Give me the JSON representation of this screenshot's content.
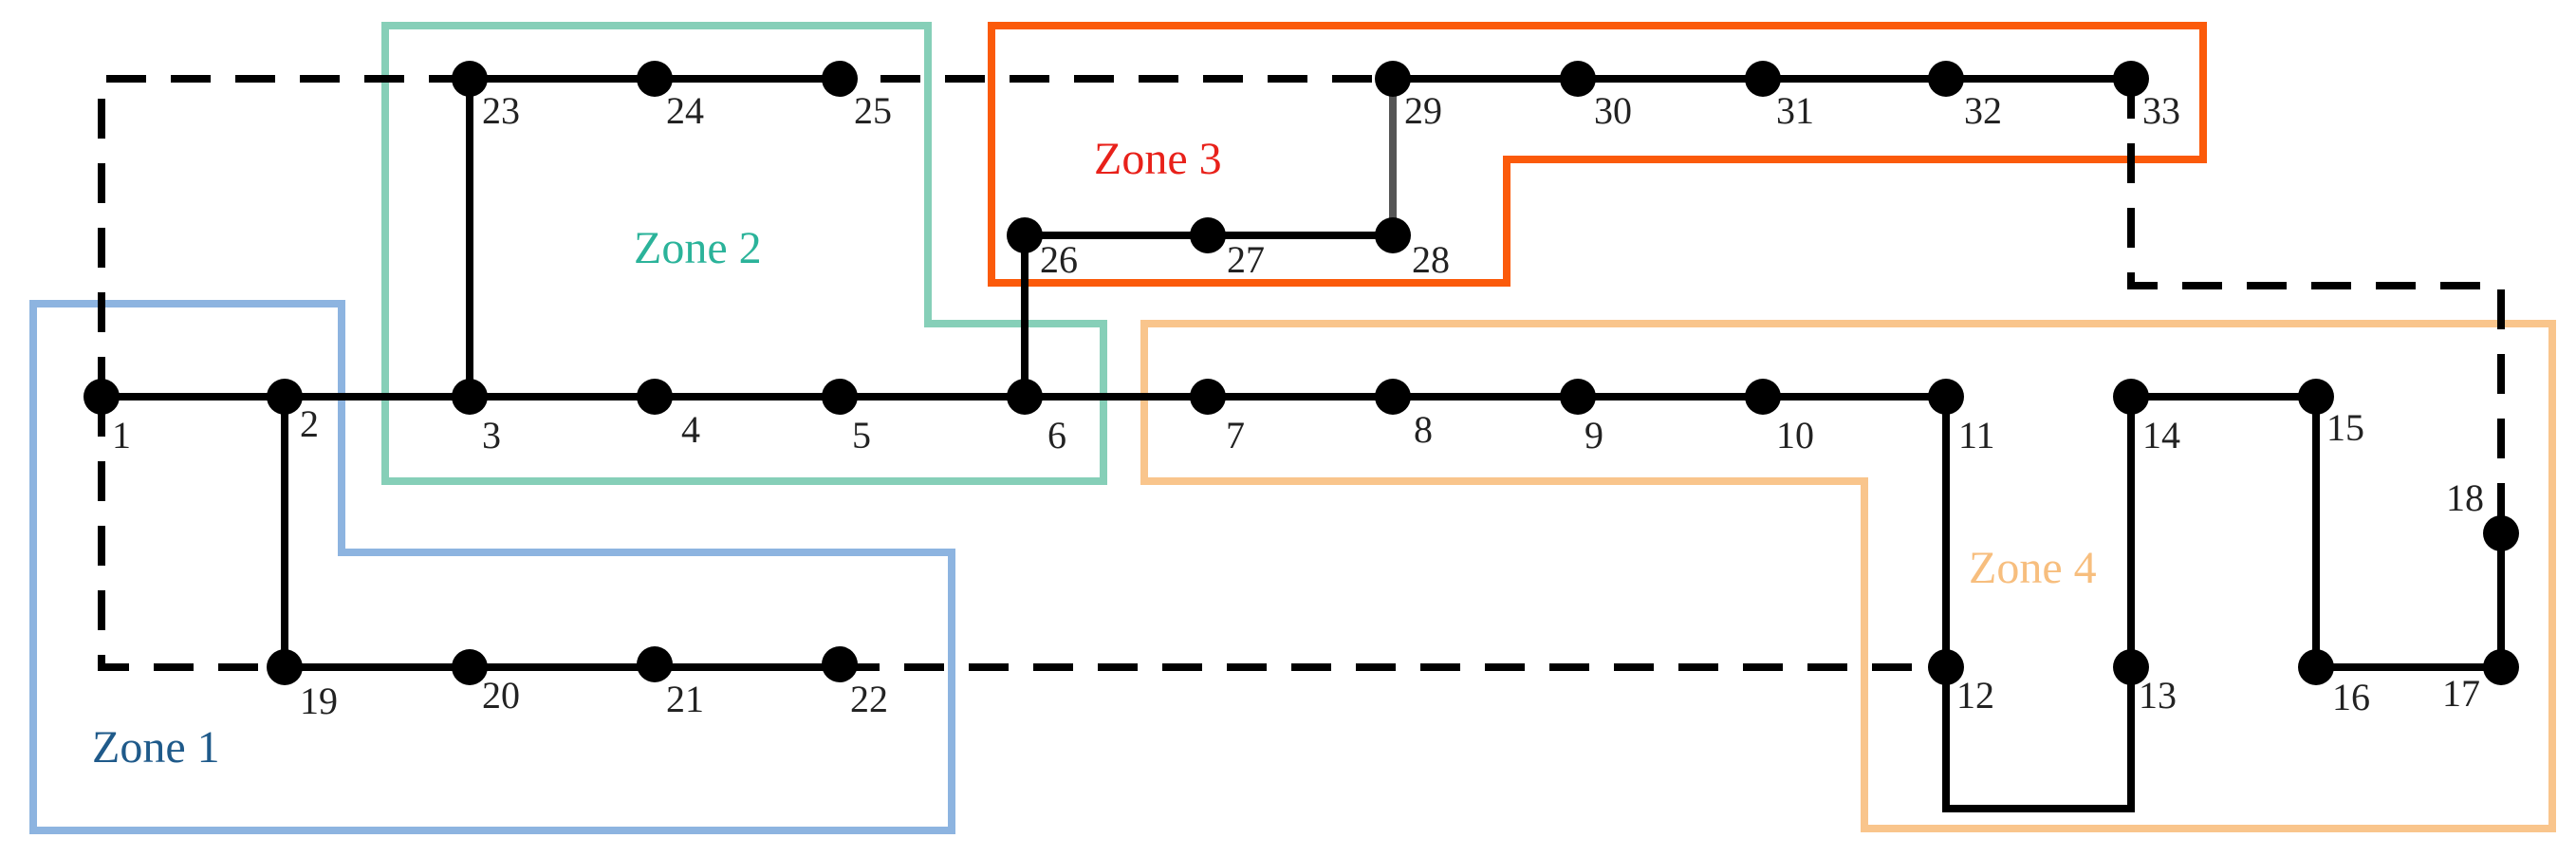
{
  "diagram": {
    "zones": [
      {
        "id": "zone1",
        "label": "Zone 1",
        "label_color": "#1f5a8a",
        "border_color": "#8db4e0"
      },
      {
        "id": "zone2",
        "label": "Zone 2",
        "label_color": "#2bb39a",
        "border_color": "#86cfb8"
      },
      {
        "id": "zone3",
        "label": "Zone 3",
        "label_color": "#e8211a",
        "border_color": "#fb5a0a"
      },
      {
        "id": "zone4",
        "label": "Zone 4",
        "label_color": "#f7be7e",
        "border_color": "#f9c58c"
      }
    ],
    "nodes": [
      {
        "id": "1",
        "label": "1"
      },
      {
        "id": "2",
        "label": "2"
      },
      {
        "id": "3",
        "label": "3"
      },
      {
        "id": "4",
        "label": "4"
      },
      {
        "id": "5",
        "label": "5"
      },
      {
        "id": "6",
        "label": "6"
      },
      {
        "id": "7",
        "label": "7"
      },
      {
        "id": "8",
        "label": "8"
      },
      {
        "id": "9",
        "label": "9"
      },
      {
        "id": "10",
        "label": "10"
      },
      {
        "id": "11",
        "label": "11"
      },
      {
        "id": "12",
        "label": "12"
      },
      {
        "id": "13",
        "label": "13"
      },
      {
        "id": "14",
        "label": "14"
      },
      {
        "id": "15",
        "label": "15"
      },
      {
        "id": "16",
        "label": "16"
      },
      {
        "id": "17",
        "label": "17"
      },
      {
        "id": "18",
        "label": "18"
      },
      {
        "id": "19",
        "label": "19"
      },
      {
        "id": "20",
        "label": "20"
      },
      {
        "id": "21",
        "label": "21"
      },
      {
        "id": "22",
        "label": "22"
      },
      {
        "id": "23",
        "label": "23"
      },
      {
        "id": "24",
        "label": "24"
      },
      {
        "id": "25",
        "label": "25"
      },
      {
        "id": "26",
        "label": "26"
      },
      {
        "id": "27",
        "label": "27"
      },
      {
        "id": "28",
        "label": "28"
      },
      {
        "id": "29",
        "label": "29"
      },
      {
        "id": "30",
        "label": "30"
      },
      {
        "id": "31",
        "label": "31"
      },
      {
        "id": "32",
        "label": "32"
      },
      {
        "id": "33",
        "label": "33"
      }
    ],
    "branches": [
      {
        "from": "1",
        "to": "2",
        "style": "solid"
      },
      {
        "from": "2",
        "to": "3",
        "style": "solid"
      },
      {
        "from": "3",
        "to": "4",
        "style": "solid"
      },
      {
        "from": "4",
        "to": "5",
        "style": "solid"
      },
      {
        "from": "5",
        "to": "6",
        "style": "solid"
      },
      {
        "from": "6",
        "to": "7",
        "style": "solid"
      },
      {
        "from": "7",
        "to": "8",
        "style": "solid"
      },
      {
        "from": "8",
        "to": "9",
        "style": "solid"
      },
      {
        "from": "9",
        "to": "10",
        "style": "solid"
      },
      {
        "from": "10",
        "to": "11",
        "style": "solid"
      },
      {
        "from": "11",
        "to": "12",
        "style": "solid"
      },
      {
        "from": "12",
        "to": "13",
        "style": "solid"
      },
      {
        "from": "13",
        "to": "14",
        "style": "solid"
      },
      {
        "from": "14",
        "to": "15",
        "style": "solid"
      },
      {
        "from": "15",
        "to": "16",
        "style": "solid"
      },
      {
        "from": "16",
        "to": "17",
        "style": "solid"
      },
      {
        "from": "17",
        "to": "18",
        "style": "solid"
      },
      {
        "from": "2",
        "to": "19",
        "style": "solid"
      },
      {
        "from": "19",
        "to": "20",
        "style": "solid"
      },
      {
        "from": "20",
        "to": "21",
        "style": "solid"
      },
      {
        "from": "21",
        "to": "22",
        "style": "solid"
      },
      {
        "from": "3",
        "to": "23",
        "style": "solid"
      },
      {
        "from": "23",
        "to": "24",
        "style": "solid"
      },
      {
        "from": "24",
        "to": "25",
        "style": "solid"
      },
      {
        "from": "6",
        "to": "26",
        "style": "solid"
      },
      {
        "from": "26",
        "to": "27",
        "style": "solid"
      },
      {
        "from": "27",
        "to": "28",
        "style": "solid"
      },
      {
        "from": "28",
        "to": "29",
        "style": "solid"
      },
      {
        "from": "29",
        "to": "30",
        "style": "solid"
      },
      {
        "from": "30",
        "to": "31",
        "style": "solid"
      },
      {
        "from": "31",
        "to": "32",
        "style": "solid"
      },
      {
        "from": "32",
        "to": "33",
        "style": "solid"
      },
      {
        "from": "1",
        "to": "19",
        "style": "dashed"
      },
      {
        "from": "1",
        "to": "29",
        "style": "dashed"
      },
      {
        "from": "22",
        "to": "12",
        "style": "dashed"
      },
      {
        "from": "33",
        "to": "18",
        "style": "dashed"
      }
    ]
  }
}
